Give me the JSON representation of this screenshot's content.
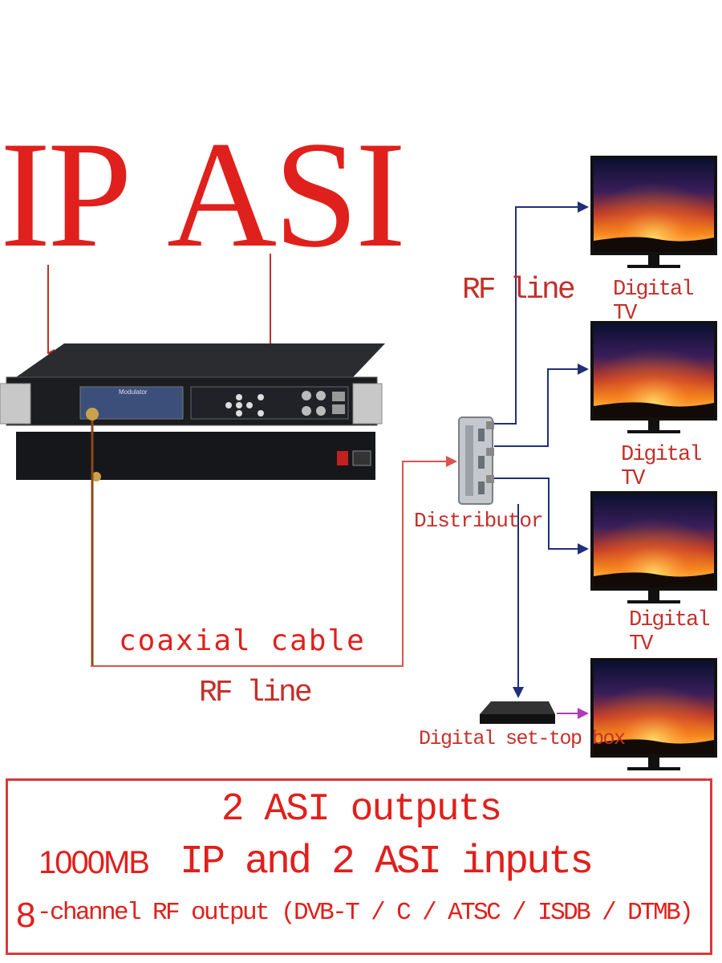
{
  "title": {
    "left": "IP",
    "right": "ASI"
  },
  "labels": {
    "rf_line_top": "RF line",
    "rf_line_bottom": "RF line",
    "coaxial_cable": "coaxial cable",
    "distributor": "Distributor",
    "set_top_box": "Digital set-top box"
  },
  "tvs": [
    {
      "label": "Digital TV"
    },
    {
      "label": "Digital TV"
    },
    {
      "label": "Digital TV"
    }
  ],
  "device": {
    "front_panel_label": "Modulator"
  },
  "features": {
    "line1": "2 ASI outputs",
    "line2_prefix": "1000MB",
    "line2_rest": "IP and 2 ASI inputs",
    "line3_prefix": "8",
    "line3_rest": "-channel RF output (DVB-T / C / ATSC / ISDB / DTMB)"
  },
  "colors": {
    "accent_red": "#e0201c",
    "arrow_blue": "#1f2f7a",
    "cable_brown": "#8a4a1c",
    "cable_red": "#d9534f",
    "stb_arrow": "#b03ab8"
  },
  "icons": [
    "arrow-down-icon",
    "arrow-right-icon",
    "tv-icon",
    "set-top-box-icon",
    "modulator-device-icon",
    "distributor-icon"
  ]
}
